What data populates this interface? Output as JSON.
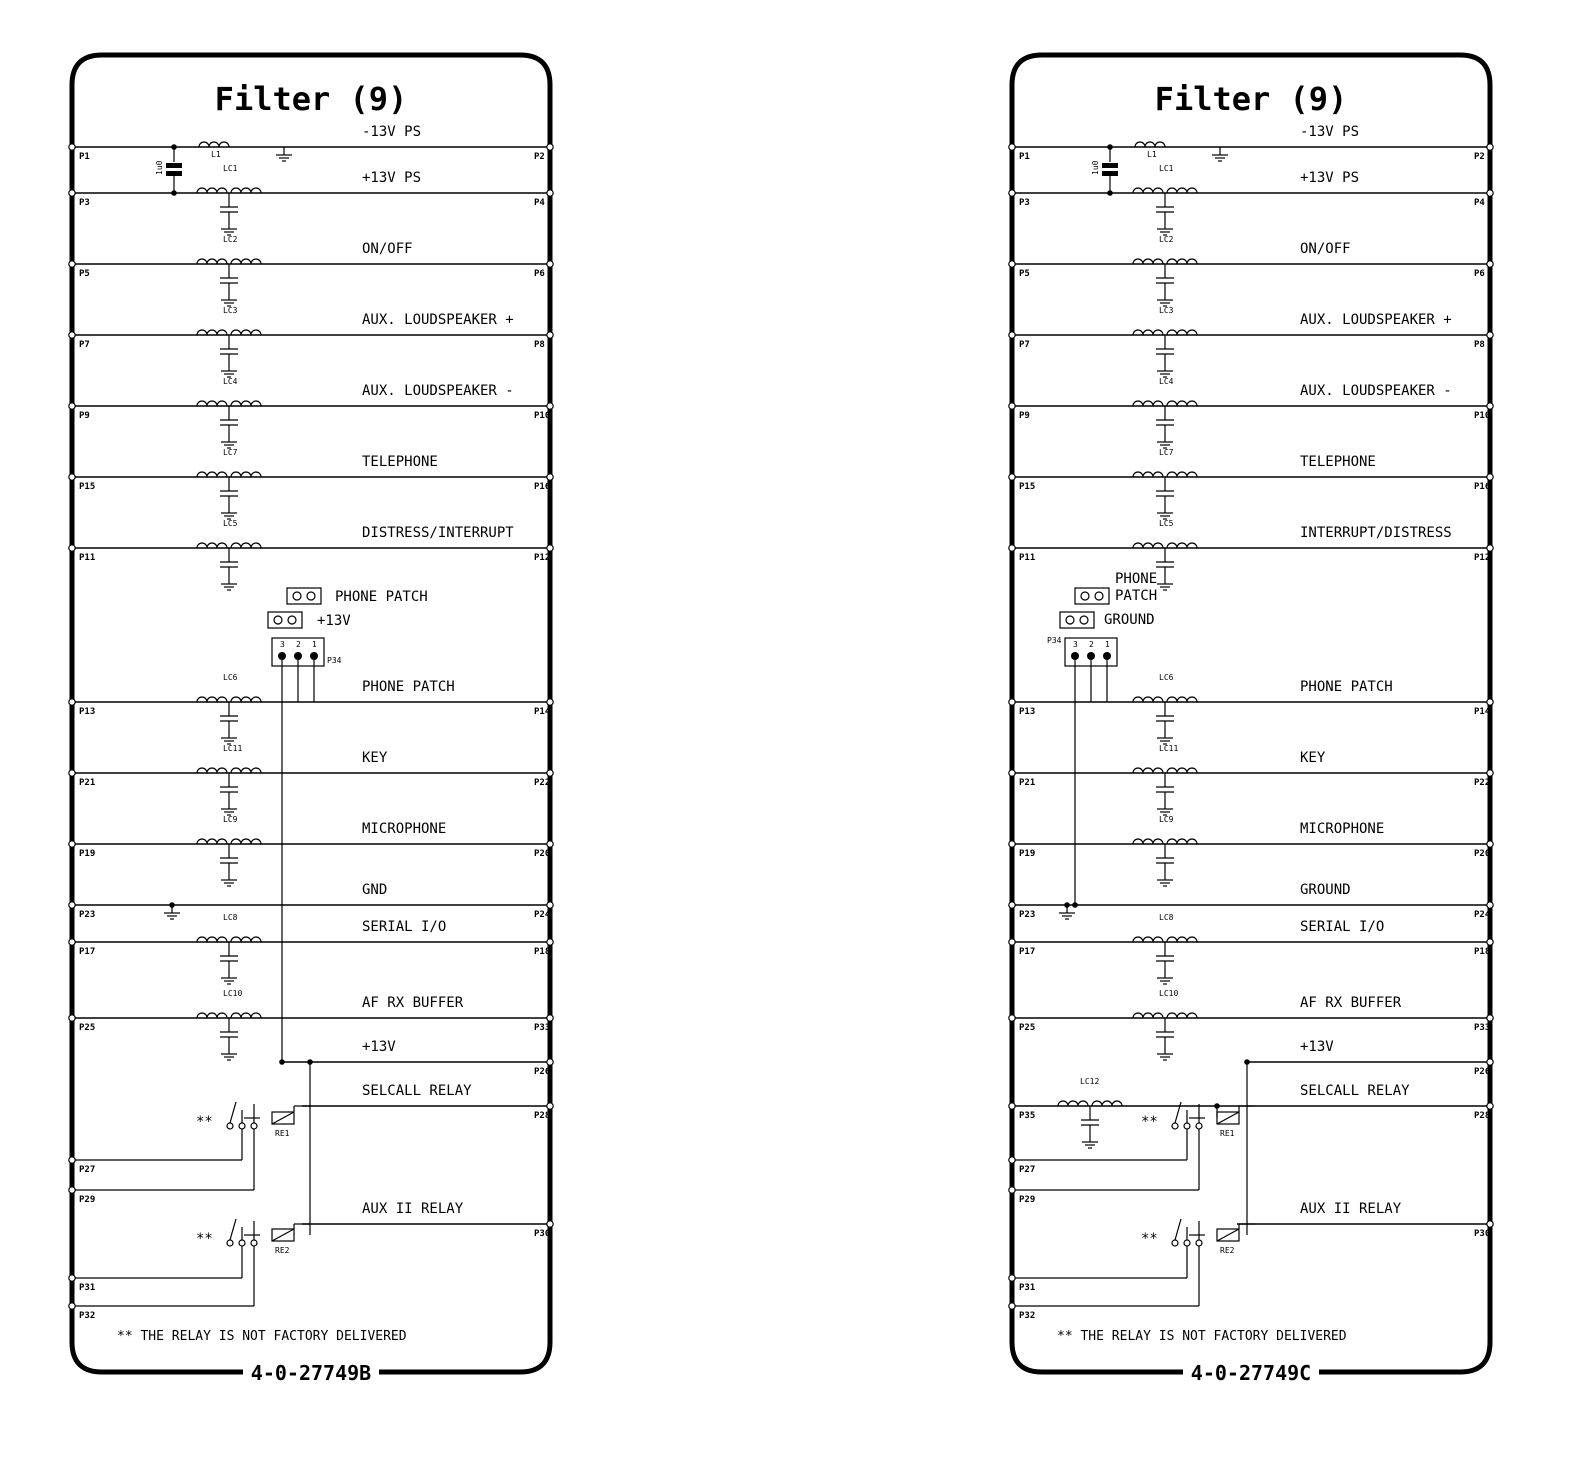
{
  "panels": [
    {
      "id": "left",
      "title": "Filter (9)",
      "doc_number": "4-0-27749B",
      "note": "** THE RELAY IS NOT FACTORY DELIVERED",
      "lines": [
        {
          "label": "-13V PS",
          "left": "P1",
          "right": "P2",
          "comp": "L1"
        },
        {
          "label": "+13V PS",
          "left": "P3",
          "right": "P4",
          "comp": "LC1"
        },
        {
          "label": "ON/OFF",
          "left": "P5",
          "right": "P6",
          "comp": "LC2"
        },
        {
          "label": "AUX. LOUDSPEAKER +",
          "left": "P7",
          "right": "P8",
          "comp": "LC3"
        },
        {
          "label": "AUX. LOUDSPEAKER -",
          "left": "P9",
          "right": "P10",
          "comp": "LC4"
        },
        {
          "label": "TELEPHONE",
          "left": "P15",
          "right": "P16",
          "comp": "LC7"
        },
        {
          "label": "DISTRESS/INTERRUPT",
          "left": "P11",
          "right": "P12",
          "comp": "LC5"
        },
        {
          "label": "PHONE PATCH",
          "left": "P13",
          "right": "P14",
          "comp": "LC6"
        },
        {
          "label": "KEY",
          "left": "P21",
          "right": "P22",
          "comp": "LC11"
        },
        {
          "label": "MICROPHONE",
          "left": "P19",
          "right": "P20",
          "comp": "LC9"
        },
        {
          "label": "GND",
          "left": "P23",
          "right": "P24",
          "comp": ""
        },
        {
          "label": "SERIAL I/O",
          "left": "P17",
          "right": "P18",
          "comp": "LC8"
        },
        {
          "label": "AF RX BUFFER",
          "left": "P25",
          "right": "P33",
          "comp": "LC10"
        },
        {
          "label": "+13V",
          "left": "",
          "right": "P26",
          "comp": ""
        },
        {
          "label": "SELCALL RELAY",
          "left": "",
          "right": "P28",
          "comp": ""
        },
        {
          "label": "AUX II RELAY",
          "left": "",
          "right": "P30",
          "comp": ""
        }
      ],
      "jumpers": [
        "PHONE PATCH",
        "+13V"
      ],
      "header": "P34",
      "capacitor": "1u0",
      "relays": [
        "RE1",
        "RE2"
      ],
      "relay_mark": "**",
      "bottom_pins": [
        "P27",
        "P29",
        "P31",
        "P32"
      ]
    },
    {
      "id": "right",
      "title": "Filter (9)",
      "doc_number": "4-0-27749C",
      "note": "** THE RELAY IS NOT FACTORY DELIVERED",
      "lines": [
        {
          "label": "-13V PS",
          "left": "P1",
          "right": "P2",
          "comp": "L1"
        },
        {
          "label": "+13V PS",
          "left": "P3",
          "right": "P4",
          "comp": "LC1"
        },
        {
          "label": "ON/OFF",
          "left": "P5",
          "right": "P6",
          "comp": "LC2"
        },
        {
          "label": "AUX. LOUDSPEAKER +",
          "left": "P7",
          "right": "P8",
          "comp": "LC3"
        },
        {
          "label": "AUX. LOUDSPEAKER -",
          "left": "P9",
          "right": "P10",
          "comp": "LC4"
        },
        {
          "label": "TELEPHONE",
          "left": "P15",
          "right": "P16",
          "comp": "LC7"
        },
        {
          "label": "INTERRUPT/DISTRESS",
          "left": "P11",
          "right": "P12",
          "comp": "LC5"
        },
        {
          "label": "PHONE PATCH",
          "left": "P13",
          "right": "P14",
          "comp": "LC6"
        },
        {
          "label": "KEY",
          "left": "P21",
          "right": "P22",
          "comp": "LC11"
        },
        {
          "label": "MICROPHONE",
          "left": "P19",
          "right": "P20",
          "comp": "LC9"
        },
        {
          "label": "GROUND",
          "left": "P23",
          "right": "P24",
          "comp": ""
        },
        {
          "label": "SERIAL I/O",
          "left": "P17",
          "right": "P18",
          "comp": "LC8"
        },
        {
          "label": "AF RX BUFFER",
          "left": "P25",
          "right": "P33",
          "comp": "LC10"
        },
        {
          "label": "+13V",
          "left": "",
          "right": "P26",
          "comp": ""
        },
        {
          "label": "SELCALL RELAY",
          "left": "P35",
          "right": "P28",
          "comp": "LC12"
        },
        {
          "label": "AUX II RELAY",
          "left": "",
          "right": "P30",
          "comp": ""
        }
      ],
      "jumpers": [
        "PHONE PATCH",
        "GROUND"
      ],
      "jumper_phone_line1": "PHONE",
      "jumper_phone_line2": "PATCH",
      "header": "P34",
      "capacitor": "1u0",
      "relays": [
        "RE1",
        "RE2"
      ],
      "relay_mark": "**",
      "bottom_pins": [
        "P27",
        "P29",
        "P31",
        "P32"
      ]
    }
  ],
  "header_pins": [
    "3",
    "2",
    "1"
  ]
}
